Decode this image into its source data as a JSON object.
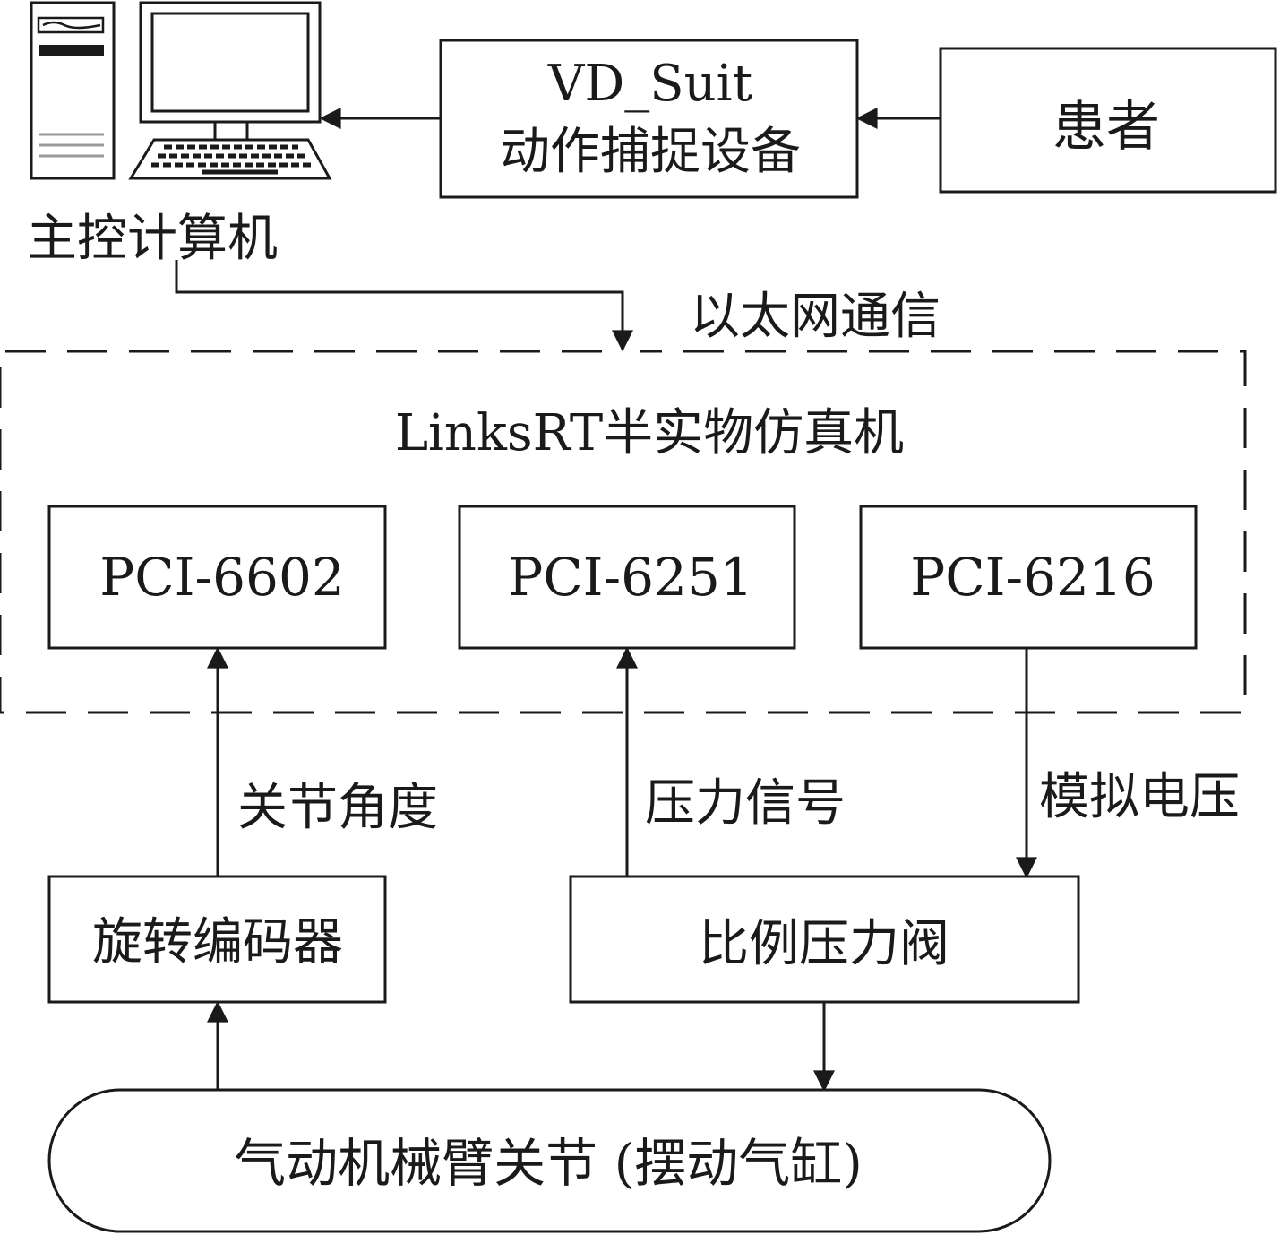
{
  "computer": {
    "label": "主控计算机"
  },
  "mocap": {
    "line1": "VD_Suit",
    "line2": "动作捕捉设备"
  },
  "patient": {
    "label": "患者"
  },
  "ethernet": {
    "label": "以太网通信"
  },
  "simulator": {
    "title": "LinksRT半实物仿真机",
    "cards": [
      "PCI-6602",
      "PCI-6251",
      "PCI-6216"
    ]
  },
  "signals": {
    "joint_angle": "关节角度",
    "pressure": "压力信号",
    "analog_voltage": "模拟电压"
  },
  "encoder": {
    "label": "旋转编码器"
  },
  "valve": {
    "label": "比例压力阀"
  },
  "joint": {
    "label": "气动机械臂关节 (摆动气缸)"
  },
  "colors": {
    "stroke": "#1a1a1a",
    "background": "#ffffff"
  }
}
